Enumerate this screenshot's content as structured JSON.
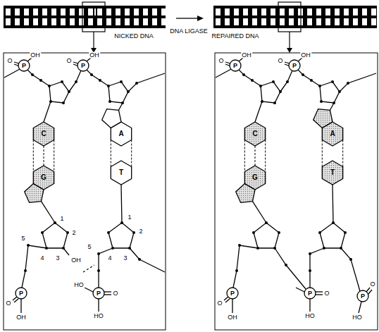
{
  "diagram": {
    "labels": [
      "NICKED DNA",
      "DNA LIGASE",
      "REPAIRED DNA",
      "O",
      "P",
      "OH",
      "O",
      "P",
      "OH",
      "C",
      "A",
      "G",
      "T",
      "1",
      "1",
      "2",
      "2",
      "5",
      "4",
      "3",
      "OH",
      "5",
      "4",
      "3",
      "HO",
      "P",
      "O",
      "P",
      "O",
      "OH",
      "HO",
      "O",
      "P",
      "OH",
      "O",
      "P",
      "OH",
      "C",
      "A",
      "G",
      "T",
      "P",
      "O",
      "P",
      "O",
      "P",
      "O",
      "OH",
      "HO",
      "HO"
    ]
  }
}
